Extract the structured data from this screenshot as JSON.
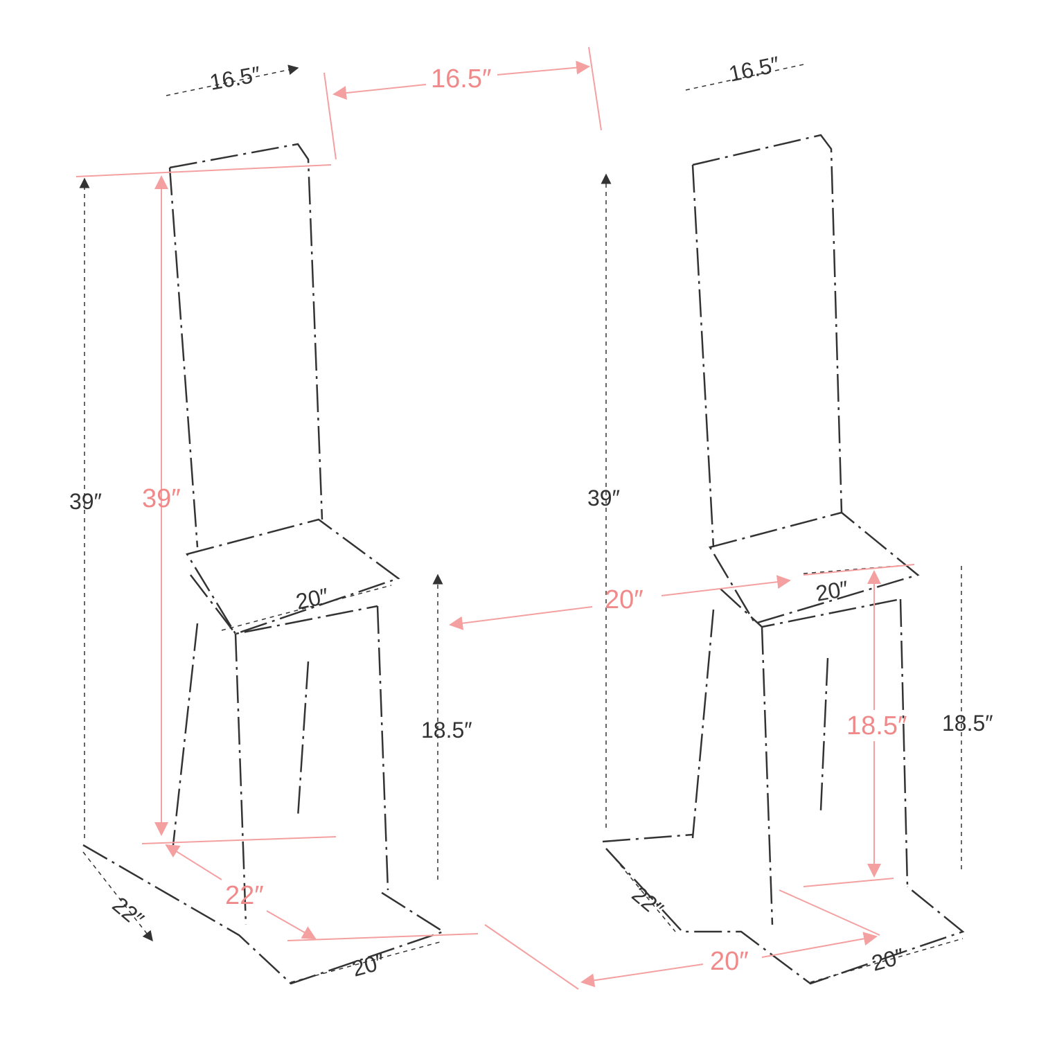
{
  "labels": {
    "red_back_width": "16.5″",
    "red_height": "39″",
    "red_seat_width": "20″",
    "red_seat_height": "18.5″",
    "red_depth": "22″",
    "red_base_width": "20″",
    "black_left_back_width": "16.5″",
    "black_right_back_width": "16.5″",
    "black_left_height": "39″",
    "black_right_height": "39″",
    "black_left_seat_width": "20″",
    "black_right_seat_width": "20″",
    "black_left_seat_height": "18.5″",
    "black_right_seat_height": "18.5″",
    "black_left_depth": "22″",
    "black_right_depth": "22″",
    "black_left_base_width": "20″",
    "black_right_base_width": "20″"
  },
  "colors": {
    "dimension_red": "#f08a8a",
    "line_dark": "#333333"
  }
}
